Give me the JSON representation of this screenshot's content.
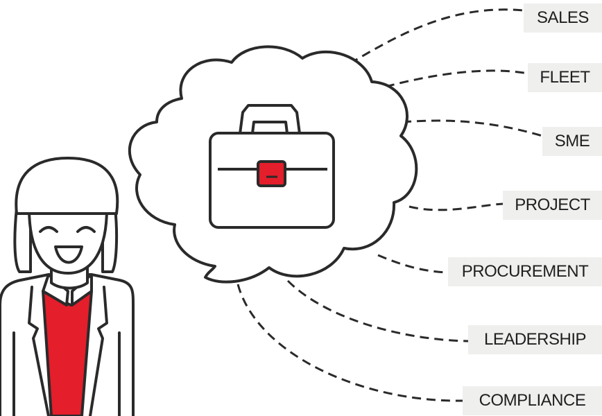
{
  "categories": [
    {
      "id": "sales",
      "label": "SALES"
    },
    {
      "id": "fleet",
      "label": "FLEET"
    },
    {
      "id": "sme",
      "label": "SME"
    },
    {
      "id": "project",
      "label": "PROJECT"
    },
    {
      "id": "procurement",
      "label": "PROCUREMENT"
    },
    {
      "id": "leadership",
      "label": "LEADERSHIP"
    },
    {
      "id": "compliance",
      "label": "COMPLIANCE"
    }
  ],
  "colors": {
    "stroke": "#2a2a2a",
    "accent": "#e41e2b",
    "tag_background": "#efefee",
    "tag_text": "#1f1f1f"
  },
  "icons": {
    "person": "person-icon",
    "cloud": "thought-cloud",
    "briefcase": "briefcase-icon"
  }
}
